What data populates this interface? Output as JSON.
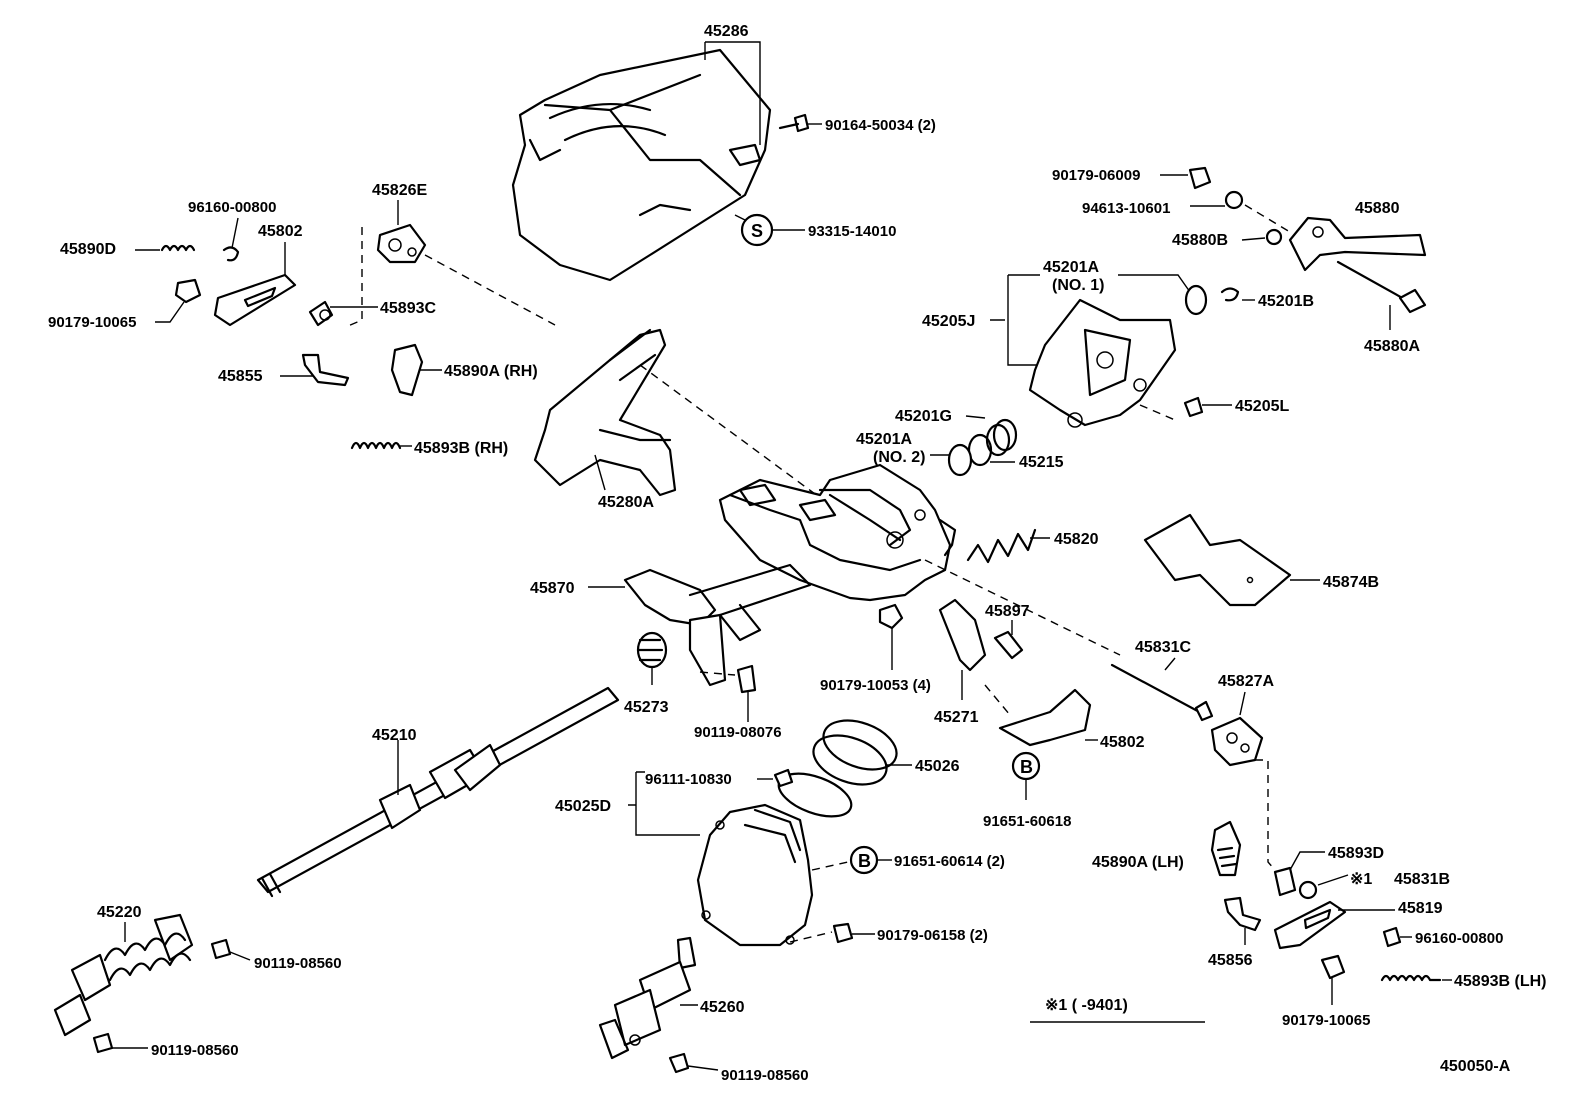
{
  "diagram": {
    "labels": {
      "p45286": "45286",
      "p90164": "90164-50034 (2)",
      "p93315": "93315-14010",
      "s_letter": "S",
      "p96160a": "96160-00800",
      "p45802a": "45802",
      "p45826e": "45826E",
      "p45890d": "45890D",
      "p90179_10065a": "90179-10065",
      "p45893c": "45893C",
      "p45855": "45855",
      "p45890a_rh": "45890A (RH)",
      "p45893b_rh": "45893B (RH)",
      "p45280a": "45280A",
      "p90179_06009": "90179-06009",
      "p94613": "94613-10601",
      "p45880": "45880",
      "p45880b": "45880B",
      "p45201a_no1": "45201A",
      "p45201a_no1_sub": "(NO. 1)",
      "p45201b": "45201B",
      "p45205j": "45205J",
      "p45880a": "45880A",
      "p45205l": "45205L",
      "p45201g": "45201G",
      "p45201a_no2": "45201A",
      "p45201a_no2_sub": "(NO. 2)",
      "p45215": "45215",
      "p45820": "45820",
      "p45874b": "45874B",
      "p45870": "45870",
      "p45897": "45897",
      "p45831c": "45831C",
      "p45827a": "45827A",
      "p45273": "45273",
      "p90179_10053": "90179-10053 (4)",
      "p45271": "45271",
      "p90119_08076": "90119-08076",
      "p45802b": "45802",
      "p45210": "45210",
      "p45026": "45026",
      "p96111": "96111-10830",
      "p45025d": "45025D",
      "b_letter1": "B",
      "p91651_60618": "91651-60618",
      "b_letter2": "B",
      "p91651_60614": "91651-60614 (2)",
      "p45890a_lh": "45890A (LH)",
      "p45893d": "45893D",
      "note_mark": "※1",
      "p45831b": "45831B",
      "p45819": "45819",
      "p45220": "45220",
      "p90119_08560a": "90119-08560",
      "p90179_06158": "90179-06158 (2)",
      "p45856": "45856",
      "p96160b": "96160-00800",
      "p45893b_lh": "45893B (LH)",
      "p45260": "45260",
      "p90179_10065b": "90179-10065",
      "p90119_08560b": "90119-08560",
      "p90119_08560c": "90119-08560",
      "note_text": "※1 (      -9401)",
      "drawing_no": "450050-A"
    }
  }
}
